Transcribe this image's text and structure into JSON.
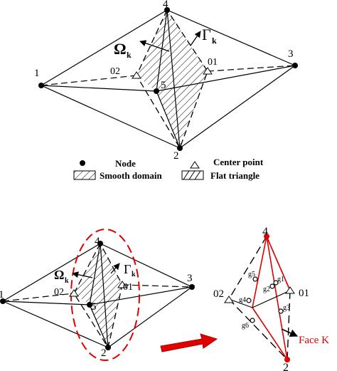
{
  "colors": {
    "ink": "#000000",
    "accent": "#e00000",
    "background": "#ffffff"
  },
  "top": {
    "nodes": {
      "n1": "1",
      "n2": "2",
      "n3": "3",
      "n4": "4",
      "n5": "5"
    },
    "centers": {
      "c01": "01",
      "c02": "02"
    },
    "omega": "Ω",
    "omega_sub": "k",
    "gamma": "Γ",
    "gamma_sub": "k"
  },
  "legend": {
    "node": "Node",
    "center_point": "Center point",
    "smooth_domain": "Smooth domain",
    "flat_triangle": "Flat triangle"
  },
  "bottom": {
    "nodes": {
      "n1": "1",
      "n2": "2",
      "n3": "3",
      "n4": "4",
      "n5": "5"
    },
    "centers": {
      "c01": "01",
      "c02": "02"
    },
    "omega": "Ω",
    "omega_sub": "k",
    "gamma": "Γ",
    "gamma_sub": "k"
  },
  "detail": {
    "nodes": {
      "n4": "4",
      "n2": "2"
    },
    "centers": {
      "c01": "01",
      "c02": "02"
    },
    "gauss": {
      "g1": "g1",
      "g2": "g2",
      "g3": "g3",
      "g4": "g4",
      "g5": "g5",
      "g6": "g6"
    },
    "face_label": "Face K"
  }
}
